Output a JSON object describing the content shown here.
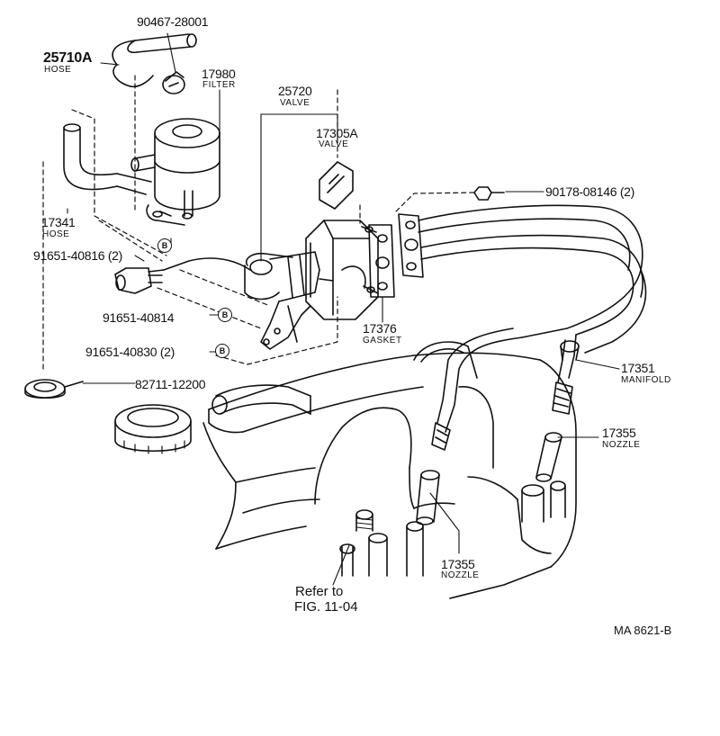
{
  "parts": {
    "p_90467": {
      "number": "90467-28001"
    },
    "p_25710A": {
      "number": "25710A",
      "name": "HOSE"
    },
    "p_17980": {
      "number": "17980",
      "name": "FILTER"
    },
    "p_25720": {
      "number": "25720",
      "name": "VALVE"
    },
    "p_17305A": {
      "number": "17305A",
      "name": "VALVE"
    },
    "p_90178": {
      "number": "90178-08146 (2)"
    },
    "p_17341": {
      "number": "17341",
      "name": "HOSE"
    },
    "p_91651_40816": {
      "number": "91651-40816 (2)"
    },
    "p_91651_40814": {
      "number": "91651-40814"
    },
    "p_91651_40830": {
      "number": "91651-40830 (2)"
    },
    "p_17376": {
      "number": "17376",
      "name": "GASKET"
    },
    "p_82711": {
      "number": "82711-12200"
    },
    "p_17351": {
      "number": "17351",
      "name": "MANIFOLD"
    },
    "p_17355_right": {
      "number": "17355",
      "name": "NOZZLE"
    },
    "p_17355_bottom": {
      "number": "17355",
      "name": "NOZZLE"
    }
  },
  "markers": {
    "b": "B"
  },
  "reference": {
    "line1": "Refer to",
    "line2": "FIG. 11-04"
  },
  "diagram_code": "MA  8621-B"
}
